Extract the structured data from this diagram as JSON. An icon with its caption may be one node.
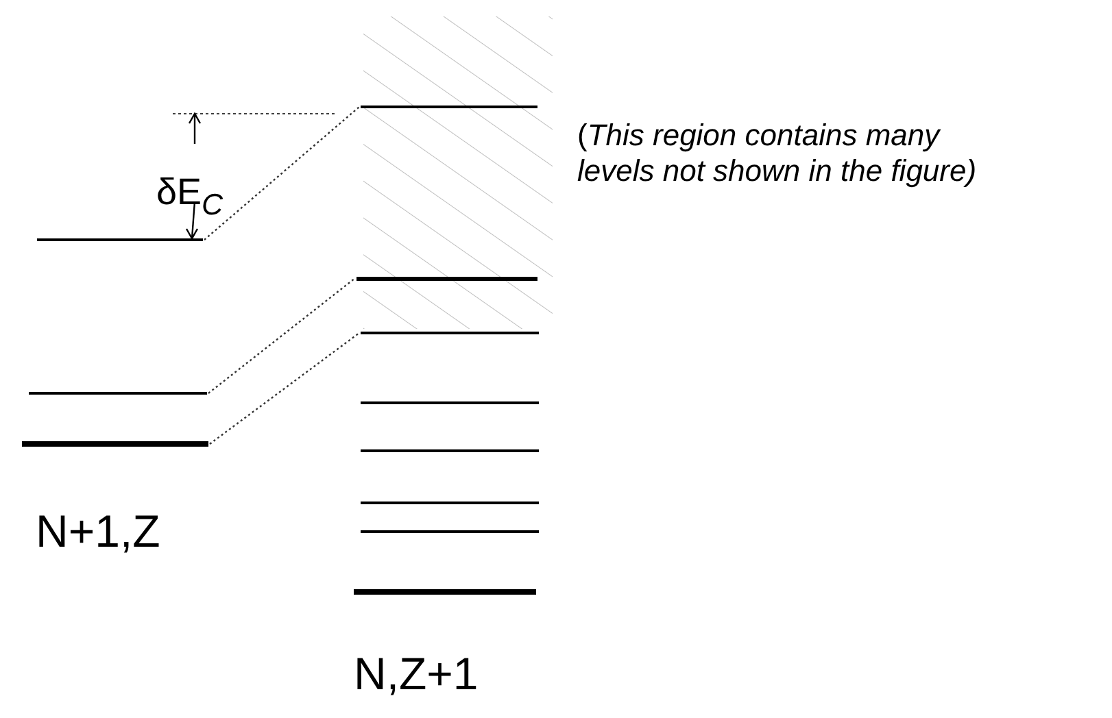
{
  "diagram": {
    "nodes": [
      {
        "text": [],
        "shape": "bar"
      },
      {
        "text": [],
        "shape": "bar"
      },
      {
        "text": [],
        "shape": "bar"
      },
      {
        "text": [],
        "shape": "bar"
      },
      {
        "text": [],
        "shape": "bar"
      },
      {
        "text": [],
        "shape": "bar"
      },
      {
        "text": [],
        "shape": "bar"
      },
      {
        "text": [],
        "shape": "bar"
      },
      {
        "text": [],
        "shape": "bar"
      },
      {
        "text": [],
        "shape": "bar"
      },
      {
        "text": [],
        "shape": "bar"
      }
    ],
    "edges": [
      {
        "from": 0,
        "to": 3,
        "arrow": "none"
      },
      {
        "from": 1,
        "to": 4,
        "arrow": "none"
      },
      {
        "from": 2,
        "to": 5,
        "arrow": "none"
      }
    ],
    "labels": [
      "δE$_{C}$",
      "(*This region contains many levels not shown in the figure)*",
      "N+1,Z",
      "N,Z+1"
    ]
  }
}
